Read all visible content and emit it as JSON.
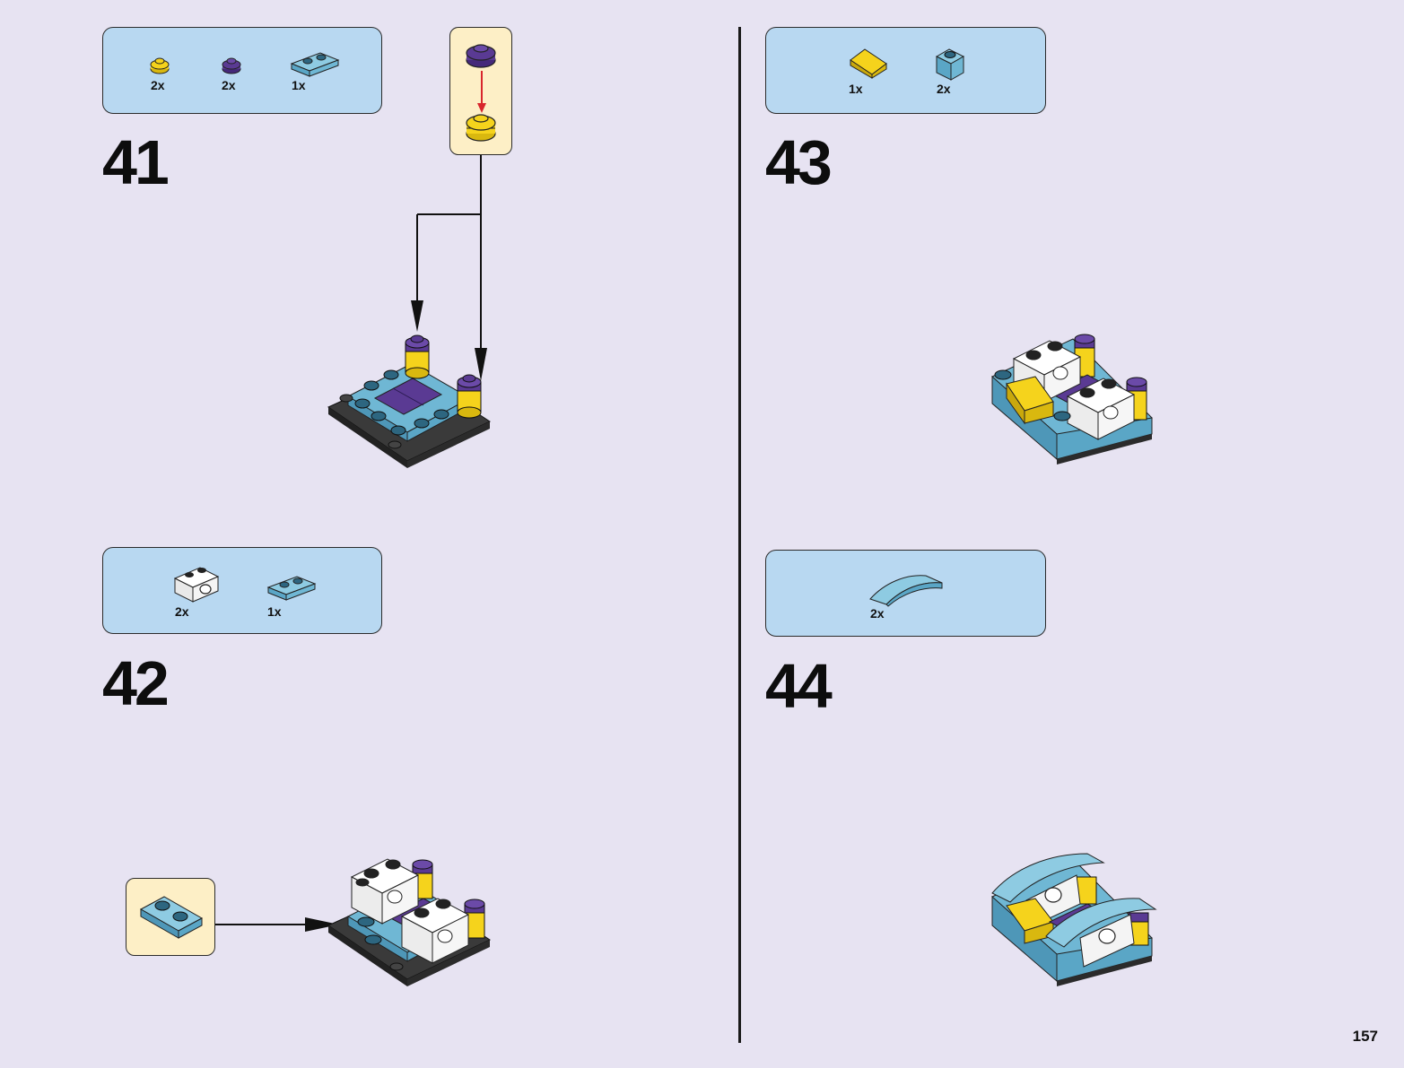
{
  "page_number": "157",
  "colors": {
    "background": "#e7e3f2",
    "parts_box": "#b8d8f1",
    "subassembly_box": "#fdefc6",
    "medium_azure": "#6fb7d4",
    "purple": "#5a3a93",
    "yellow": "#f5d31c",
    "white": "#ffffff",
    "dark_gray": "#3a3a3a",
    "arrow_red": "#d8262c"
  },
  "steps": [
    {
      "number": "41",
      "parts": [
        {
          "qty": "2x",
          "icon": "yellow-round-plate-icon"
        },
        {
          "qty": "2x",
          "icon": "purple-round-plate-icon"
        },
        {
          "qty": "1x",
          "icon": "azure-plate-1x2-icon"
        }
      ]
    },
    {
      "number": "42",
      "parts": [
        {
          "qty": "2x",
          "icon": "white-technic-brick-icon"
        },
        {
          "qty": "1x",
          "icon": "azure-plate-1x2-icon"
        }
      ]
    },
    {
      "number": "43",
      "parts": [
        {
          "qty": "1x",
          "icon": "yellow-slope-icon"
        },
        {
          "qty": "2x",
          "icon": "azure-brick-1x1-icon"
        }
      ]
    },
    {
      "number": "44",
      "parts": [
        {
          "qty": "2x",
          "icon": "azure-curved-slope-icon"
        }
      ]
    }
  ]
}
